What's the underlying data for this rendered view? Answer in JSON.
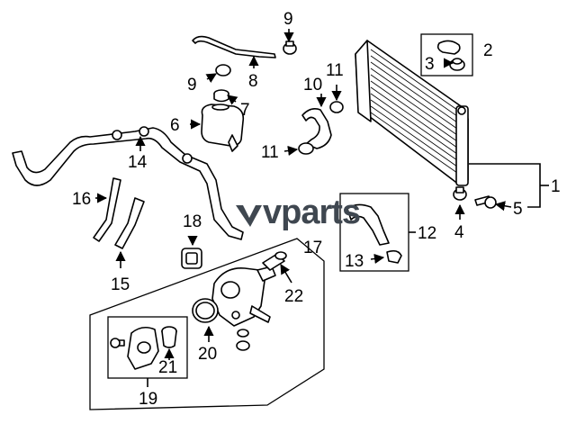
{
  "watermark": {
    "text": "vparts",
    "color": "#3f4750"
  },
  "callouts": {
    "c1": "1",
    "c2": "2",
    "c3": "3",
    "c4": "4",
    "c5": "5",
    "c6": "6",
    "c7": "7",
    "c8": "8",
    "c9a": "9",
    "c9b": "9",
    "c10": "10",
    "c11a": "11",
    "c11b": "11",
    "c12": "12",
    "c13": "13",
    "c14": "14",
    "c15": "15",
    "c16": "16",
    "c17": "17",
    "c18": "18",
    "c19": "19",
    "c20": "20",
    "c21": "21",
    "c22": "22"
  }
}
